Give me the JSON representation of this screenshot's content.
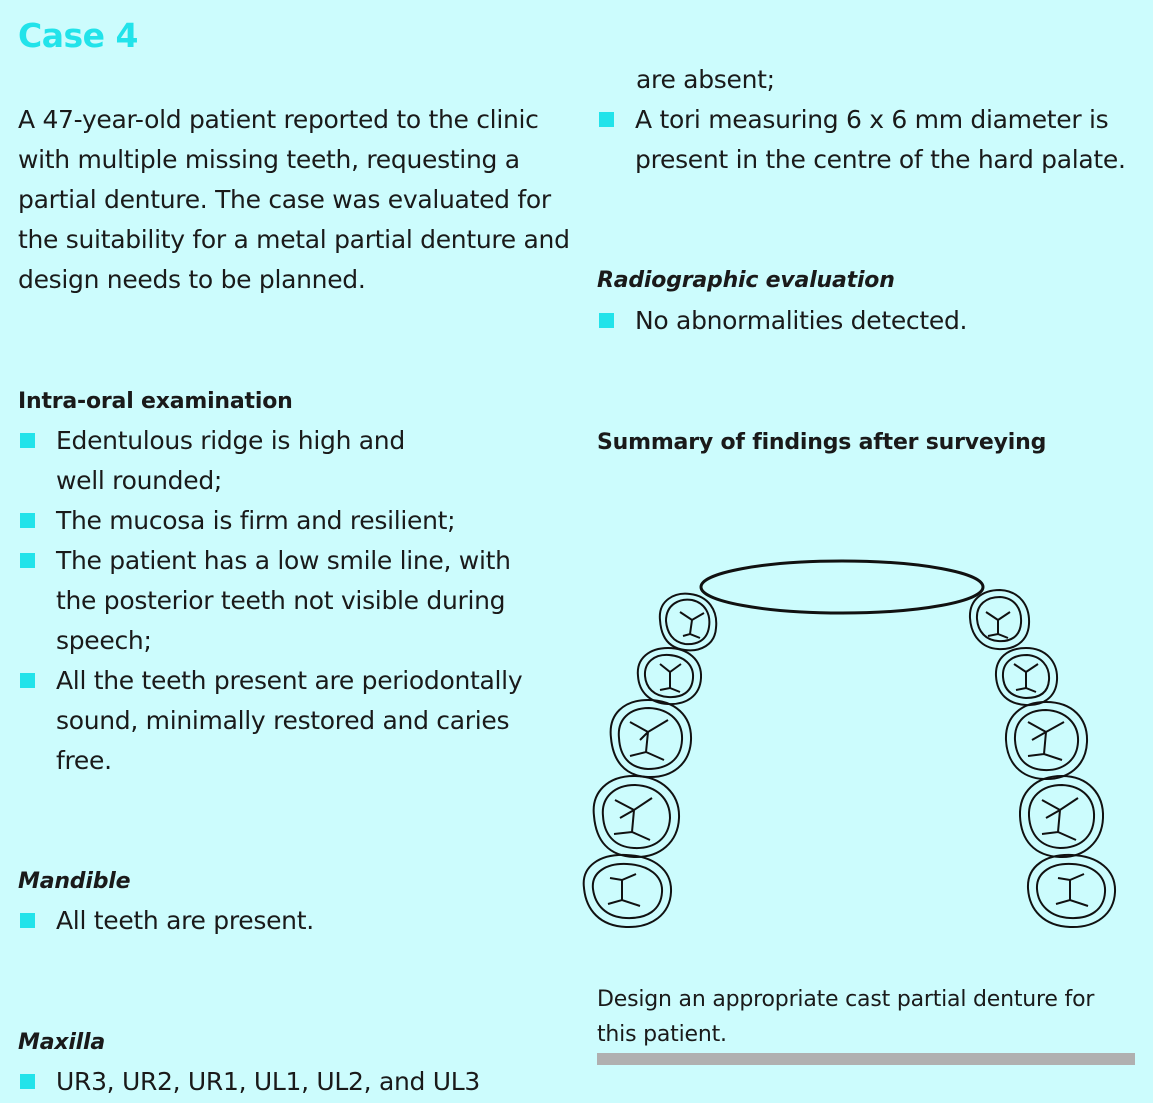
{
  "title": "Case 4",
  "intro": "A 47-year-old patient reported to the clinic with multiple missing teeth, requesting a partial denture. The case was evaluated for the suitability for a metal partial denture and design needs to be planned.",
  "intra_oral": {
    "heading": "Intra-oral examination",
    "items": [
      "Edentulous ridge is high and well rounded;",
      "The mucosa is firm and resilient;",
      "The patient has a low smile line, with the posterior teeth not visible during speech;",
      "All the teeth present are periodontally sound, minimally restored and caries free."
    ]
  },
  "mandible": {
    "heading": "Mandible",
    "items": [
      "All teeth are present."
    ]
  },
  "maxilla": {
    "heading": "Maxilla",
    "items": [
      "UR3, UR2, UR1, UL1, UL2, and UL3"
    ],
    "continued": "are absent;",
    "items2": [
      "A tori measuring 6 x 6 mm diameter is present in the centre of the hard palate."
    ]
  },
  "radiographic": {
    "heading": "Radiographic evaluation",
    "items": [
      "No abnormalities detected."
    ]
  },
  "summary_heading": "Summary of findings after surveying",
  "task": "Design an appropriate cast partial denture for this patient.",
  "colors": {
    "accent": "#22e3ea",
    "background": "#ccfcfd",
    "rule": "#b0b0b0"
  }
}
